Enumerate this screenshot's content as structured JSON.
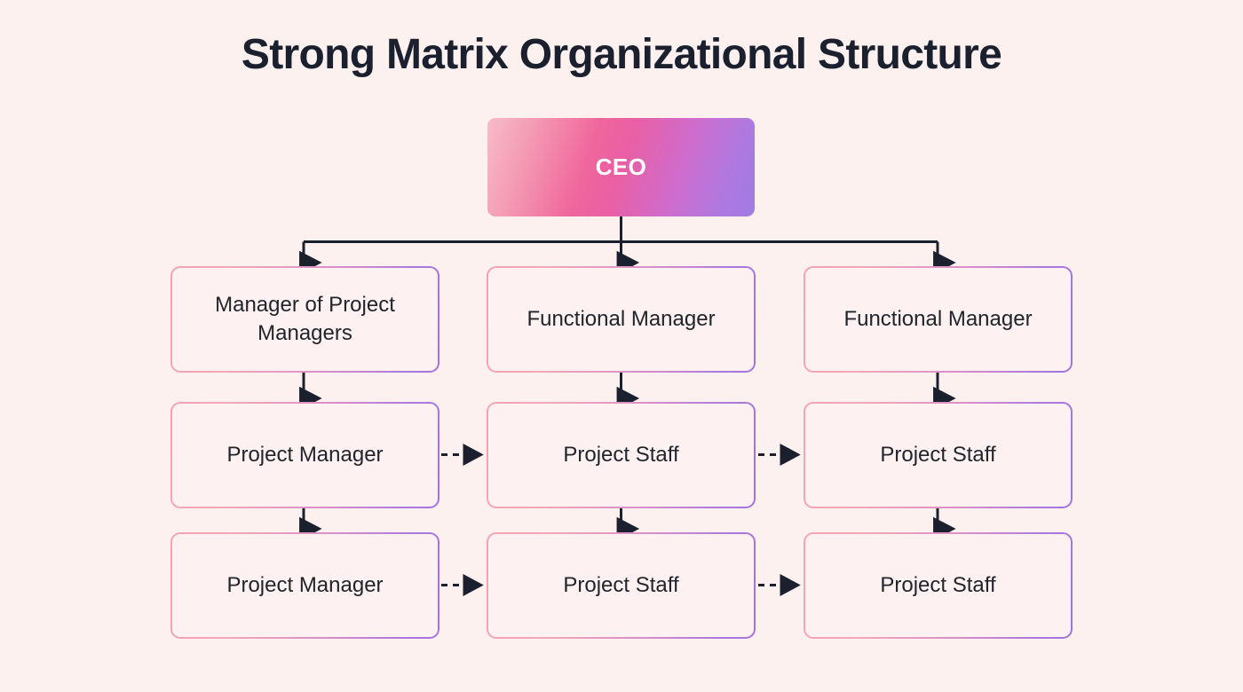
{
  "page": {
    "title": "Strong Matrix Organizational Structure",
    "background_color": "#fdf1ef"
  },
  "colors": {
    "background": "#fdf1ef",
    "title_text": "#1b202f",
    "node_fill": "#fdf2f1",
    "node_text": "#22242c",
    "border_gradient_start": "#f5a3b4",
    "border_gradient_end": "#a472de",
    "ceo_gradient_start": "#f7bcc6",
    "ceo_gradient_mid": "#f0669c",
    "ceo_gradient_end": "#a07ce2",
    "ceo_text": "#ffffff",
    "connector_line": "#1b202f"
  },
  "chart_data": {
    "type": "diagram",
    "diagram_type": "org-chart",
    "title": "Strong Matrix Organizational Structure",
    "root": {
      "id": "ceo",
      "label": "CEO",
      "style": "gradient-filled"
    },
    "columns": [
      {
        "index": 1,
        "nodes": [
          {
            "row": 1,
            "label": "Manager of Project Managers"
          },
          {
            "row": 2,
            "label": "Project Manager"
          },
          {
            "row": 3,
            "label": "Project Manager"
          }
        ]
      },
      {
        "index": 2,
        "nodes": [
          {
            "row": 1,
            "label": "Functional Manager"
          },
          {
            "row": 2,
            "label": "Project Staff"
          },
          {
            "row": 3,
            "label": "Project Staff"
          }
        ]
      },
      {
        "index": 3,
        "nodes": [
          {
            "row": 1,
            "label": "Functional Manager"
          },
          {
            "row": 2,
            "label": "Project Staff"
          },
          {
            "row": 3,
            "label": "Project Staff"
          }
        ]
      }
    ],
    "edges": [
      {
        "from": "ceo",
        "to": "c1r1",
        "style": "solid",
        "direction": "down"
      },
      {
        "from": "ceo",
        "to": "c2r1",
        "style": "solid",
        "direction": "down"
      },
      {
        "from": "ceo",
        "to": "c3r1",
        "style": "solid",
        "direction": "down"
      },
      {
        "from": "c1r1",
        "to": "c1r2",
        "style": "solid",
        "direction": "down"
      },
      {
        "from": "c2r1",
        "to": "c2r2",
        "style": "solid",
        "direction": "down"
      },
      {
        "from": "c3r1",
        "to": "c3r2",
        "style": "solid",
        "direction": "down"
      },
      {
        "from": "c1r2",
        "to": "c1r3",
        "style": "solid",
        "direction": "down"
      },
      {
        "from": "c2r2",
        "to": "c2r3",
        "style": "solid",
        "direction": "down"
      },
      {
        "from": "c3r2",
        "to": "c3r3",
        "style": "solid",
        "direction": "down"
      },
      {
        "from": "c1r2",
        "to": "c2r2",
        "style": "dashed",
        "direction": "right"
      },
      {
        "from": "c2r2",
        "to": "c3r2",
        "style": "dashed",
        "direction": "right"
      },
      {
        "from": "c1r3",
        "to": "c2r3",
        "style": "dashed",
        "direction": "right"
      },
      {
        "from": "c2r3",
        "to": "c3r3",
        "style": "dashed",
        "direction": "right"
      }
    ]
  },
  "nodes": {
    "ceo": {
      "label": "CEO"
    },
    "c1r1": {
      "label": "Manager of Project Managers"
    },
    "c2r1": {
      "label": "Functional Manager"
    },
    "c3r1": {
      "label": "Functional Manager"
    },
    "c1r2": {
      "label": "Project Manager"
    },
    "c2r2": {
      "label": "Project Staff"
    },
    "c3r2": {
      "label": "Project Staff"
    },
    "c1r3": {
      "label": "Project Manager"
    },
    "c2r3": {
      "label": "Project Staff"
    },
    "c3r3": {
      "label": "Project Staff"
    }
  }
}
